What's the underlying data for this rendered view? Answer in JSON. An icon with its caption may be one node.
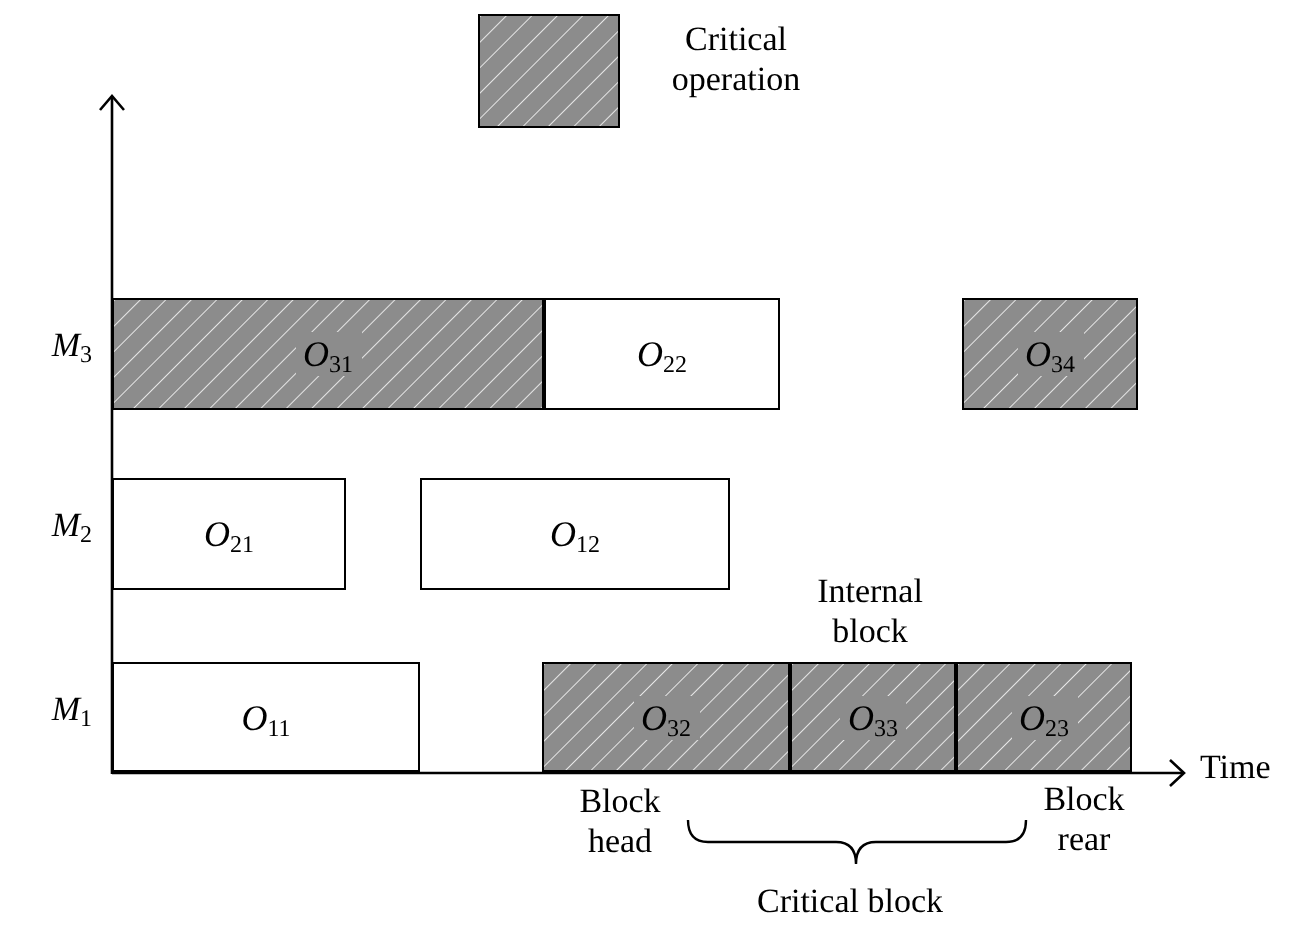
{
  "diagram": {
    "nodes": [
      {
        "text": [
          "*O*$_{31}$"
        ]
      },
      {
        "text": [
          "*O*$_{22}$"
        ]
      },
      {
        "text": [
          "*O*$_{34}$"
        ]
      },
      {
        "text": [
          "*O*$_{21}$"
        ]
      },
      {
        "text": [
          "*O*$_{12}$"
        ]
      },
      {
        "text": [
          "*O*$_{11}$"
        ]
      },
      {
        "text": [
          "*O*$_{32}$"
        ]
      },
      {
        "text": [
          "*O*$_{33}$"
        ]
      },
      {
        "text": [
          "*O*$_{23}$"
        ]
      }
    ],
    "labels": [
      "*M*$_{3}$",
      "*M*$_{2}$",
      "Internal block",
      "*M*$_{1}$",
      "Time",
      "Block head",
      "Block rear",
      "Critical block"
    ],
    "legend": [
      {
        "text": "Critical operation"
      }
    ]
  }
}
